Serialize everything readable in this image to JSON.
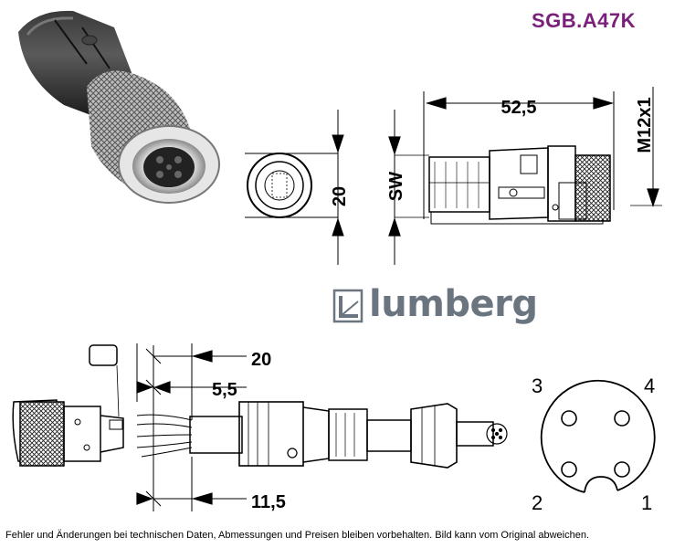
{
  "header": {
    "product_code": "SGB.A47K"
  },
  "top_drawing": {
    "dim_diameter": "20",
    "dim_wrench": "SW",
    "dim_length": "52,5",
    "dim_thread": "M12x1"
  },
  "brand": {
    "name": "lumberg"
  },
  "assembly_drawing": {
    "dim_strip": "20",
    "dim_wire": "5,5",
    "dim_sheath": "11,5"
  },
  "pinout": {
    "pins": [
      "1",
      "2",
      "3",
      "4"
    ]
  },
  "footer": {
    "disclaimer": "Fehler und Änderungen bei technischen Daten, Abmessungen und Preisen bleiben vorbehalten. Bild kann vom Original abweichen."
  },
  "colors": {
    "product_code": "#7a1f7a",
    "brand": "#6b7580"
  }
}
